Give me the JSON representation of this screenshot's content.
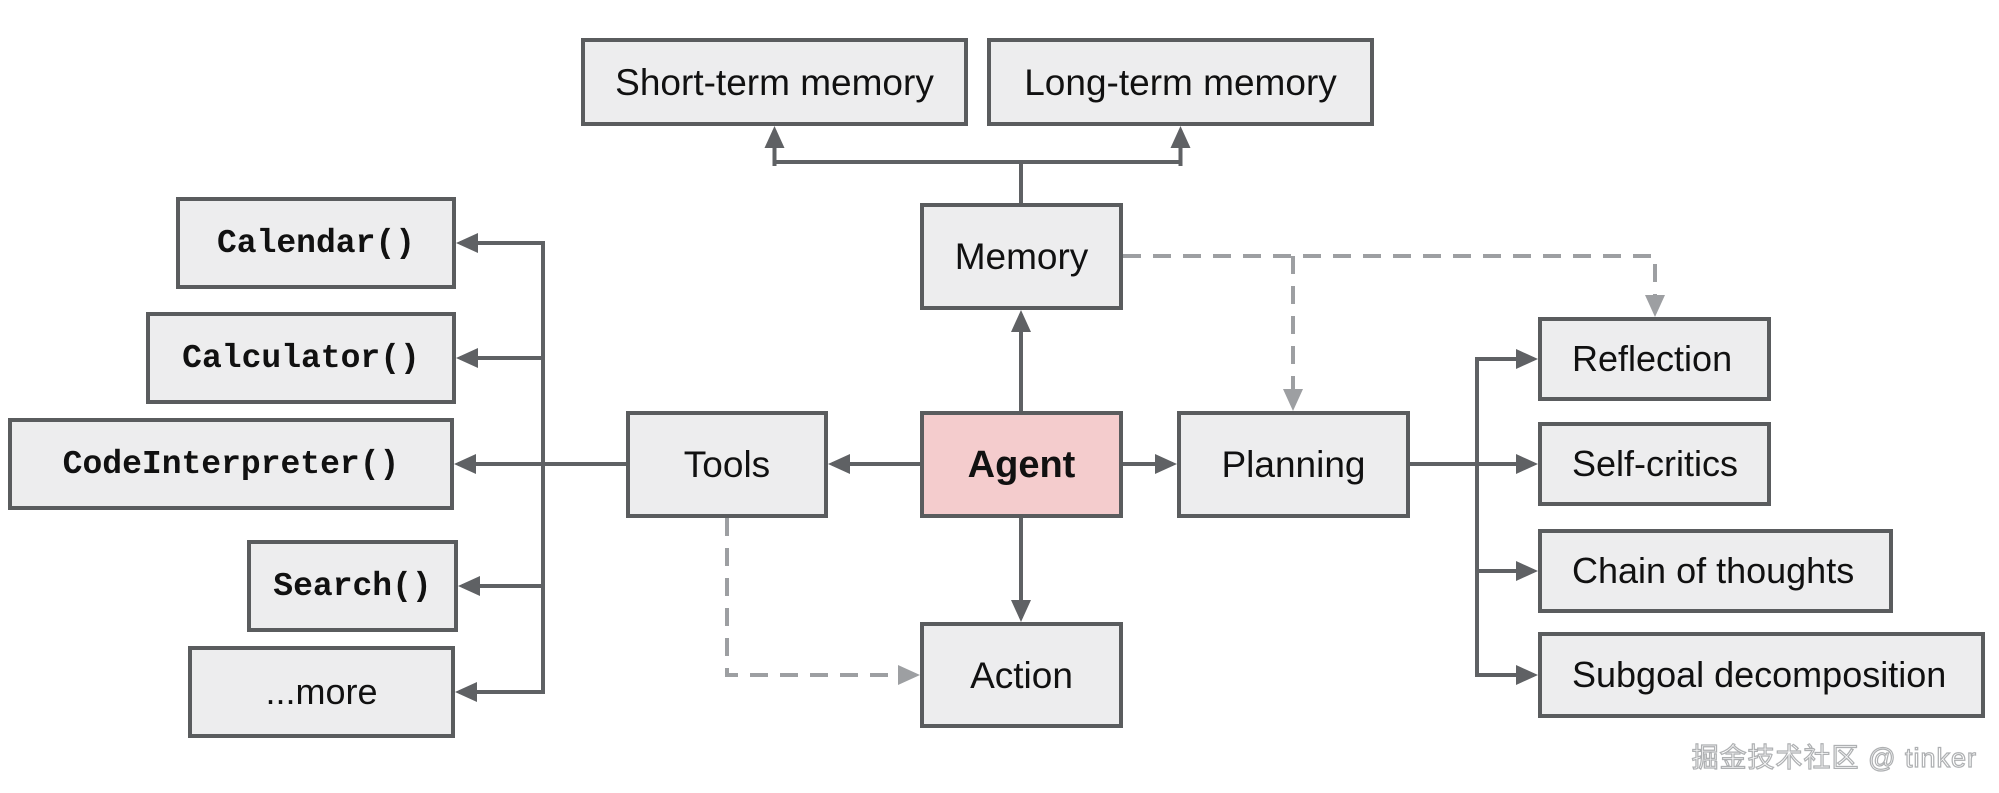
{
  "nodes": {
    "short_term_memory": "Short-term memory",
    "long_term_memory": "Long-term memory",
    "memory": "Memory",
    "agent": "Agent",
    "tools": "Tools",
    "planning": "Planning",
    "action": "Action"
  },
  "tool_items": [
    {
      "label": "Calendar()"
    },
    {
      "label": "Calculator()"
    },
    {
      "label": "CodeInterpreter()"
    },
    {
      "label": "Search()"
    },
    {
      "label": "...more"
    }
  ],
  "planning_items": [
    {
      "label": "Reflection"
    },
    {
      "label": "Self-critics"
    },
    {
      "label": "Chain of thoughts"
    },
    {
      "label": "Subgoal decomposition"
    }
  ],
  "watermark": "掘金技术社区 @ tinker",
  "colors": {
    "node_fill": "#ededee",
    "node_border": "#5a5c5e",
    "agent_fill": "#f4cccd",
    "connector_solid": "#5f6164",
    "connector_dashed": "#9d9fa2",
    "text_color": "#111111",
    "watermark_color": "#ffffff"
  }
}
